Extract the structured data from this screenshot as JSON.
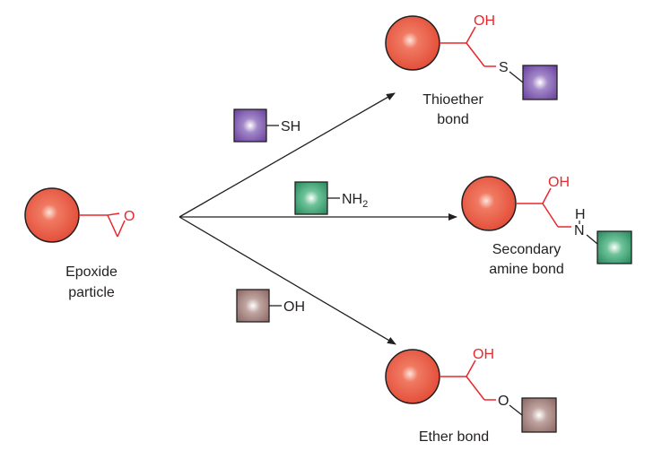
{
  "epoxide": {
    "ring_atom": "O",
    "label_line1": "Epoxide",
    "label_line2": "particle"
  },
  "reagents": {
    "thiol": {
      "group": "SH",
      "color": "#7b4fa6"
    },
    "amine": {
      "group_main": "NH",
      "group_sub": "2",
      "color": "#2f9a68"
    },
    "hydroxyl": {
      "group": "OH",
      "color": "#9c7772"
    }
  },
  "products": {
    "thioether": {
      "oh": "OH",
      "linker_atom": "S",
      "label_line1": "Thioether",
      "label_line2": "bond"
    },
    "secondary_amine": {
      "oh": "OH",
      "h_atom": "H",
      "linker_atom": "N",
      "label_line1": "Secondary",
      "label_line2": "amine bond"
    },
    "ether": {
      "oh": "OH",
      "linker_atom": "O",
      "label_line1": "Ether bond"
    }
  },
  "colors": {
    "particle": "#e8523f",
    "bond_red": "#e8282d",
    "arrow": "#231f20"
  }
}
